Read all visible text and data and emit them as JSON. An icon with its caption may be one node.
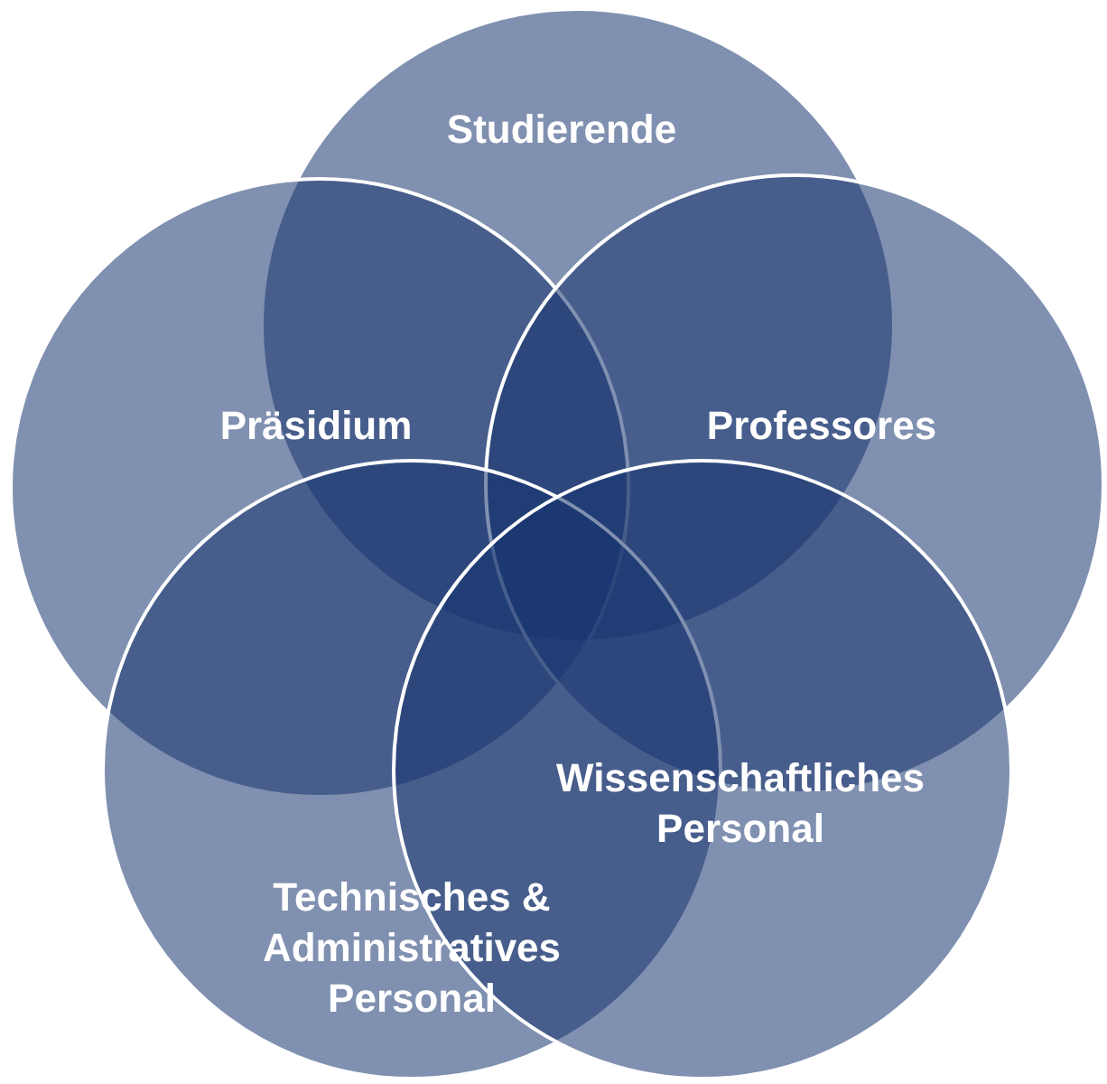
{
  "diagram": {
    "nodes": [
      {
        "text": [
          "Studierende"
        ]
      },
      {
        "text": [
          "Präsidium"
        ]
      },
      {
        "text": [
          "Professores"
        ]
      },
      {
        "text": [
          "Technisches & Administratives Personal"
        ]
      },
      {
        "text": [
          "Wissenschaftliches Personal"
        ]
      }
    ]
  }
}
